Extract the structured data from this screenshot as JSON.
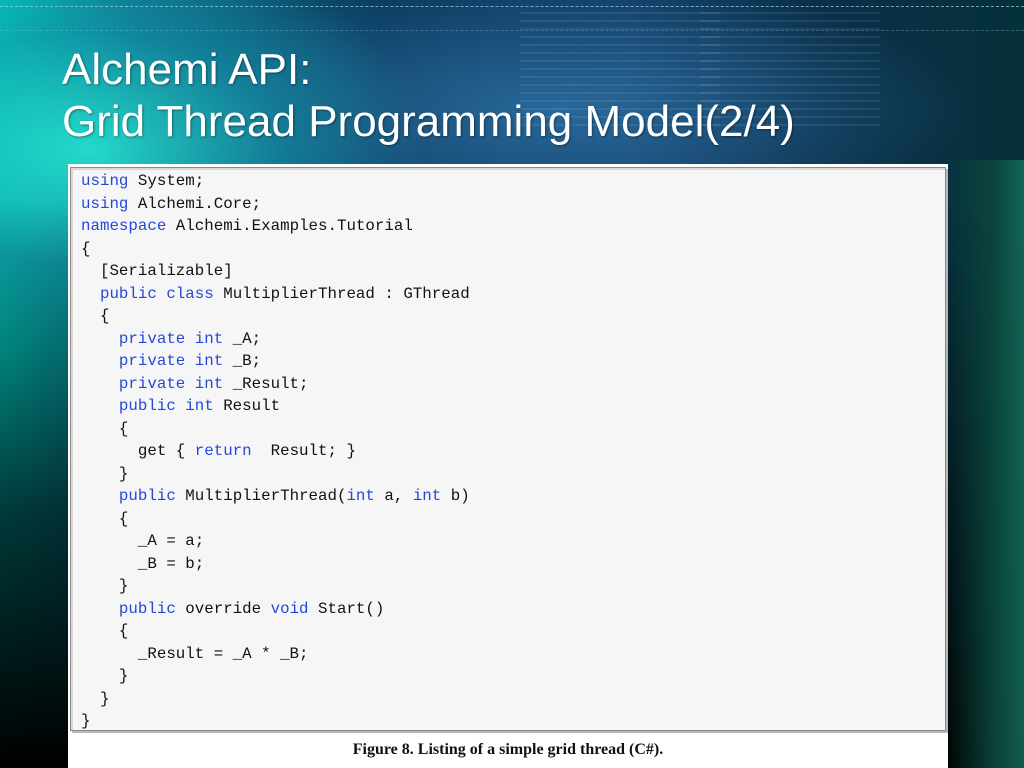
{
  "slide": {
    "title_line1": "Alchemi API:",
    "title_line2": "Grid Thread Programming Model(2/4)"
  },
  "code": {
    "lines": [
      [
        {
          "t": "using",
          "k": true
        },
        {
          "t": " System;"
        }
      ],
      [
        {
          "t": "using",
          "k": true
        },
        {
          "t": " Alchemi.Core;"
        }
      ],
      [
        {
          "t": "namespace",
          "k": true
        },
        {
          "t": " Alchemi.Examples.Tutorial"
        }
      ],
      [
        {
          "t": "{"
        }
      ],
      [
        {
          "t": "  [Serializable]"
        }
      ],
      [
        {
          "t": "  "
        },
        {
          "t": "public class",
          "k": true
        },
        {
          "t": " MultiplierThread : GThread"
        }
      ],
      [
        {
          "t": "  {"
        }
      ],
      [
        {
          "t": "    "
        },
        {
          "t": "private int",
          "k": true
        },
        {
          "t": " _A;"
        }
      ],
      [
        {
          "t": "    "
        },
        {
          "t": "private int",
          "k": true
        },
        {
          "t": " _B;"
        }
      ],
      [
        {
          "t": "    "
        },
        {
          "t": "private int",
          "k": true
        },
        {
          "t": " _Result;"
        }
      ],
      [
        {
          "t": "    "
        },
        {
          "t": "public int",
          "k": true
        },
        {
          "t": " Result"
        }
      ],
      [
        {
          "t": "    {"
        }
      ],
      [
        {
          "t": "      get { "
        },
        {
          "t": "return",
          "k": true
        },
        {
          "t": "  Result; }"
        }
      ],
      [
        {
          "t": "    }"
        }
      ],
      [
        {
          "t": "    "
        },
        {
          "t": "public",
          "k": true
        },
        {
          "t": " MultiplierThread("
        },
        {
          "t": "int",
          "k": true
        },
        {
          "t": " a, "
        },
        {
          "t": "int",
          "k": true
        },
        {
          "t": " b)"
        }
      ],
      [
        {
          "t": "    {"
        }
      ],
      [
        {
          "t": "      _A = a;"
        }
      ],
      [
        {
          "t": "      _B = b;"
        }
      ],
      [
        {
          "t": "    }"
        }
      ],
      [
        {
          "t": "    "
        },
        {
          "t": "public",
          "k": true
        },
        {
          "t": " override "
        },
        {
          "t": "void",
          "k": true
        },
        {
          "t": " Start()"
        }
      ],
      [
        {
          "t": "    {"
        }
      ],
      [
        {
          "t": "      _Result = _A * _B;"
        }
      ],
      [
        {
          "t": "    }"
        }
      ],
      [
        {
          "t": "  }"
        }
      ],
      [
        {
          "t": "}"
        }
      ]
    ],
    "keyword_color": "#2448d8",
    "text_color": "#111111"
  },
  "figure": {
    "caption": "Figure 8. Listing of a simple grid thread (C#)."
  }
}
